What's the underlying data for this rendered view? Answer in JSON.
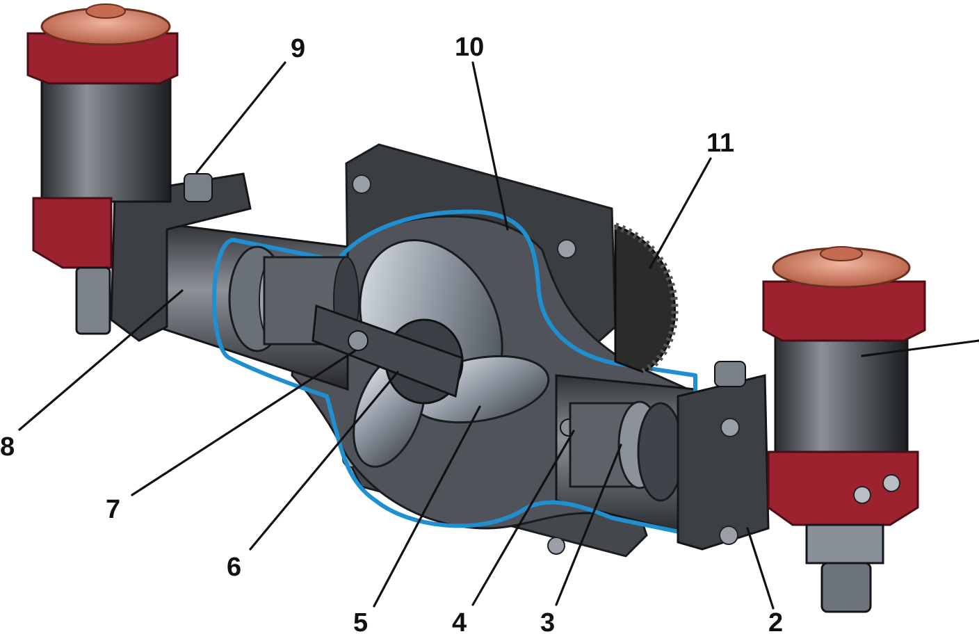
{
  "diagram": {
    "type": "cutaway illustration",
    "colors": {
      "housing_steel": "#5a5f66",
      "housing_dark": "#2b2e33",
      "outline_blue": "#1f8fd0",
      "rubber_red": "#9c2230",
      "cap_copper": "#d9866b",
      "gear_dark": "#2a2a2a",
      "background": "#ffffff"
    },
    "callouts": [
      {
        "id": "2",
        "label": "2"
      },
      {
        "id": "3",
        "label": "3"
      },
      {
        "id": "4",
        "label": "4"
      },
      {
        "id": "5",
        "label": "5"
      },
      {
        "id": "6",
        "label": "6"
      },
      {
        "id": "7",
        "label": "7"
      },
      {
        "id": "8",
        "label": "8"
      },
      {
        "id": "9",
        "label": "9"
      },
      {
        "id": "10",
        "label": "10"
      },
      {
        "id": "11",
        "label": "11"
      }
    ]
  }
}
